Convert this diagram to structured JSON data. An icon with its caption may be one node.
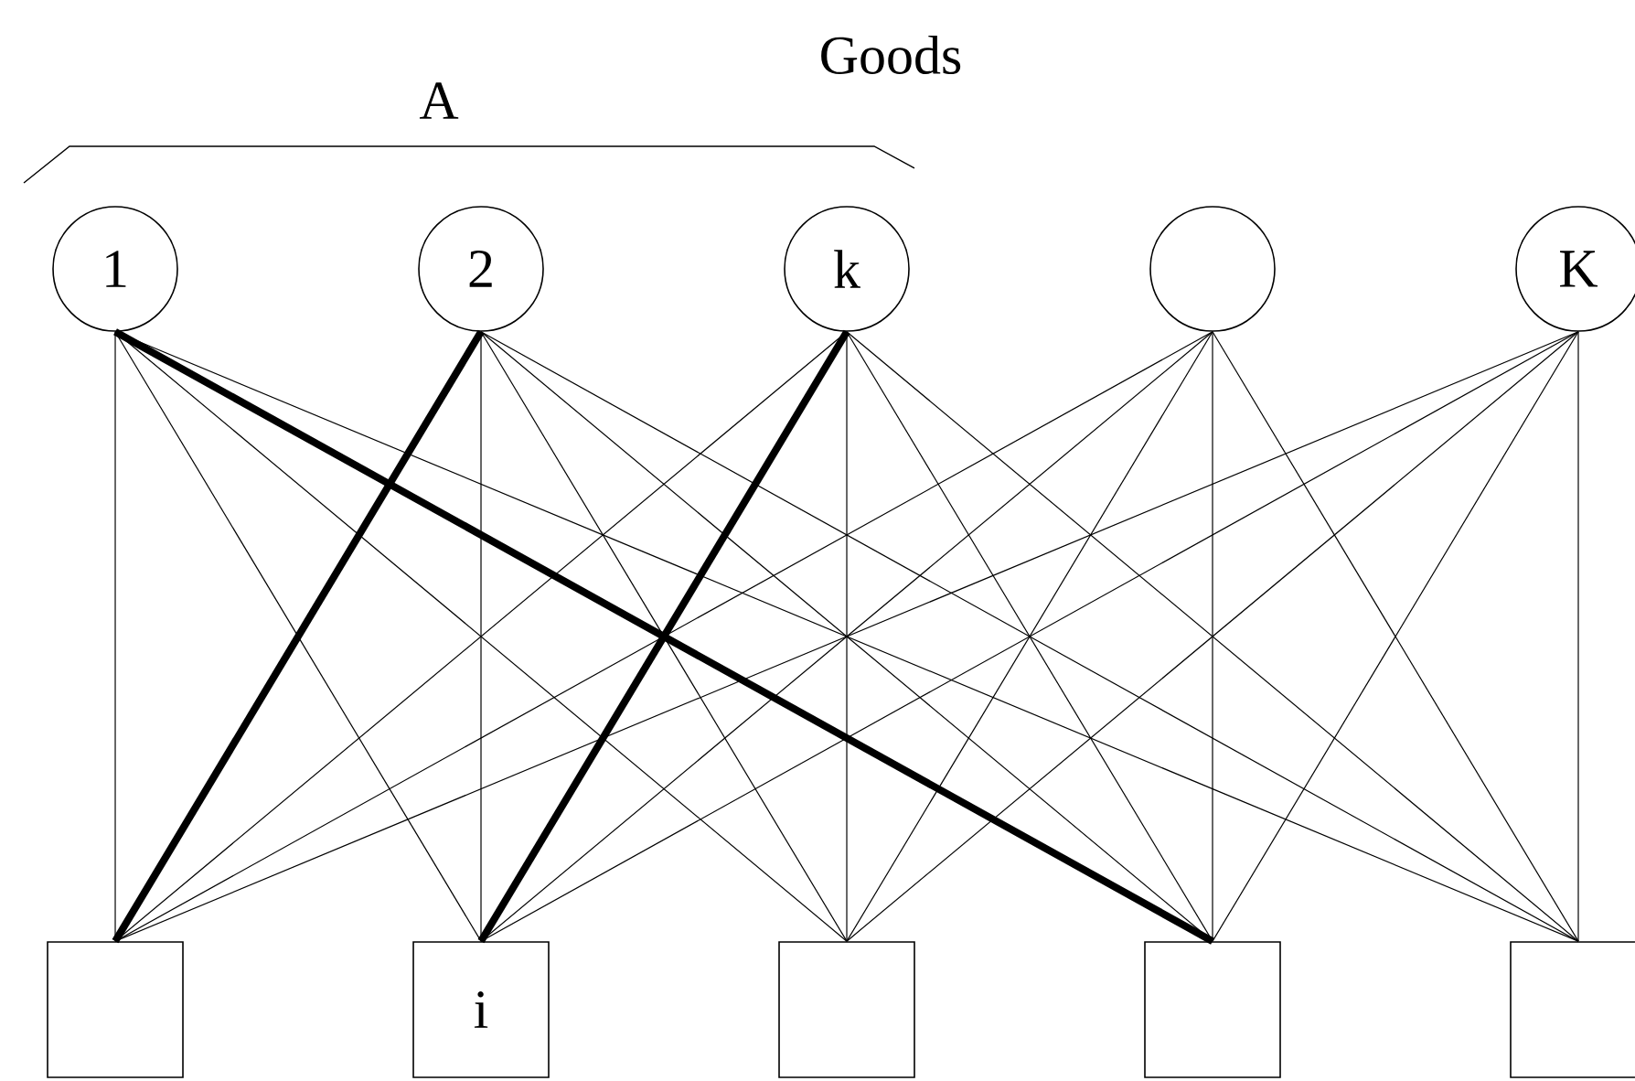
{
  "diagram": {
    "title": "Goods",
    "nodes": [
      {
        "text": [
          "1"
        ]
      },
      {
        "text": [
          "2"
        ]
      },
      {
        "text": [
          "k"
        ]
      },
      {
        "text": [],
        "shape": "circle"
      },
      {
        "text": [
          "K"
        ]
      },
      {
        "text": [],
        "shape": "box"
      },
      {
        "text": [
          "i"
        ]
      },
      {
        "text": [],
        "shape": "box"
      },
      {
        "text": [],
        "shape": "box"
      },
      {
        "text": [],
        "shape": "box"
      }
    ],
    "edges": [
      {
        "from": 0,
        "to": 5,
        "arrow": "none"
      },
      {
        "from": 0,
        "to": 6,
        "arrow": "none"
      },
      {
        "from": 0,
        "to": 7,
        "arrow": "none"
      },
      {
        "from": 0,
        "to": 8,
        "arrow": "none",
        "style": "thick"
      },
      {
        "from": 0,
        "to": 9,
        "arrow": "none"
      },
      {
        "from": 1,
        "to": 5,
        "arrow": "none",
        "style": "thick"
      },
      {
        "from": 1,
        "to": 6,
        "arrow": "none"
      },
      {
        "from": 1,
        "to": 7,
        "arrow": "none"
      },
      {
        "from": 1,
        "to": 8,
        "arrow": "none"
      },
      {
        "from": 1,
        "to": 9,
        "arrow": "none"
      },
      {
        "from": 2,
        "to": 5,
        "arrow": "none"
      },
      {
        "from": 2,
        "to": 6,
        "arrow": "none",
        "style": "thick"
      },
      {
        "from": 2,
        "to": 7,
        "arrow": "none"
      },
      {
        "from": 2,
        "to": 8,
        "arrow": "none"
      },
      {
        "from": 2,
        "to": 9,
        "arrow": "none"
      },
      {
        "from": 3,
        "to": 5,
        "arrow": "none"
      },
      {
        "from": 3,
        "to": 6,
        "arrow": "none"
      },
      {
        "from": 3,
        "to": 7,
        "arrow": "none"
      },
      {
        "from": 3,
        "to": 8,
        "arrow": "none"
      },
      {
        "from": 3,
        "to": 9,
        "arrow": "none"
      },
      {
        "from": 4,
        "to": 5,
        "arrow": "none"
      },
      {
        "from": 4,
        "to": 6,
        "arrow": "none"
      },
      {
        "from": 4,
        "to": 7,
        "arrow": "none"
      },
      {
        "from": 4,
        "to": 8,
        "arrow": "none"
      },
      {
        "from": 4,
        "to": 9,
        "arrow": "none"
      }
    ],
    "labels": [
      "A"
    ]
  }
}
